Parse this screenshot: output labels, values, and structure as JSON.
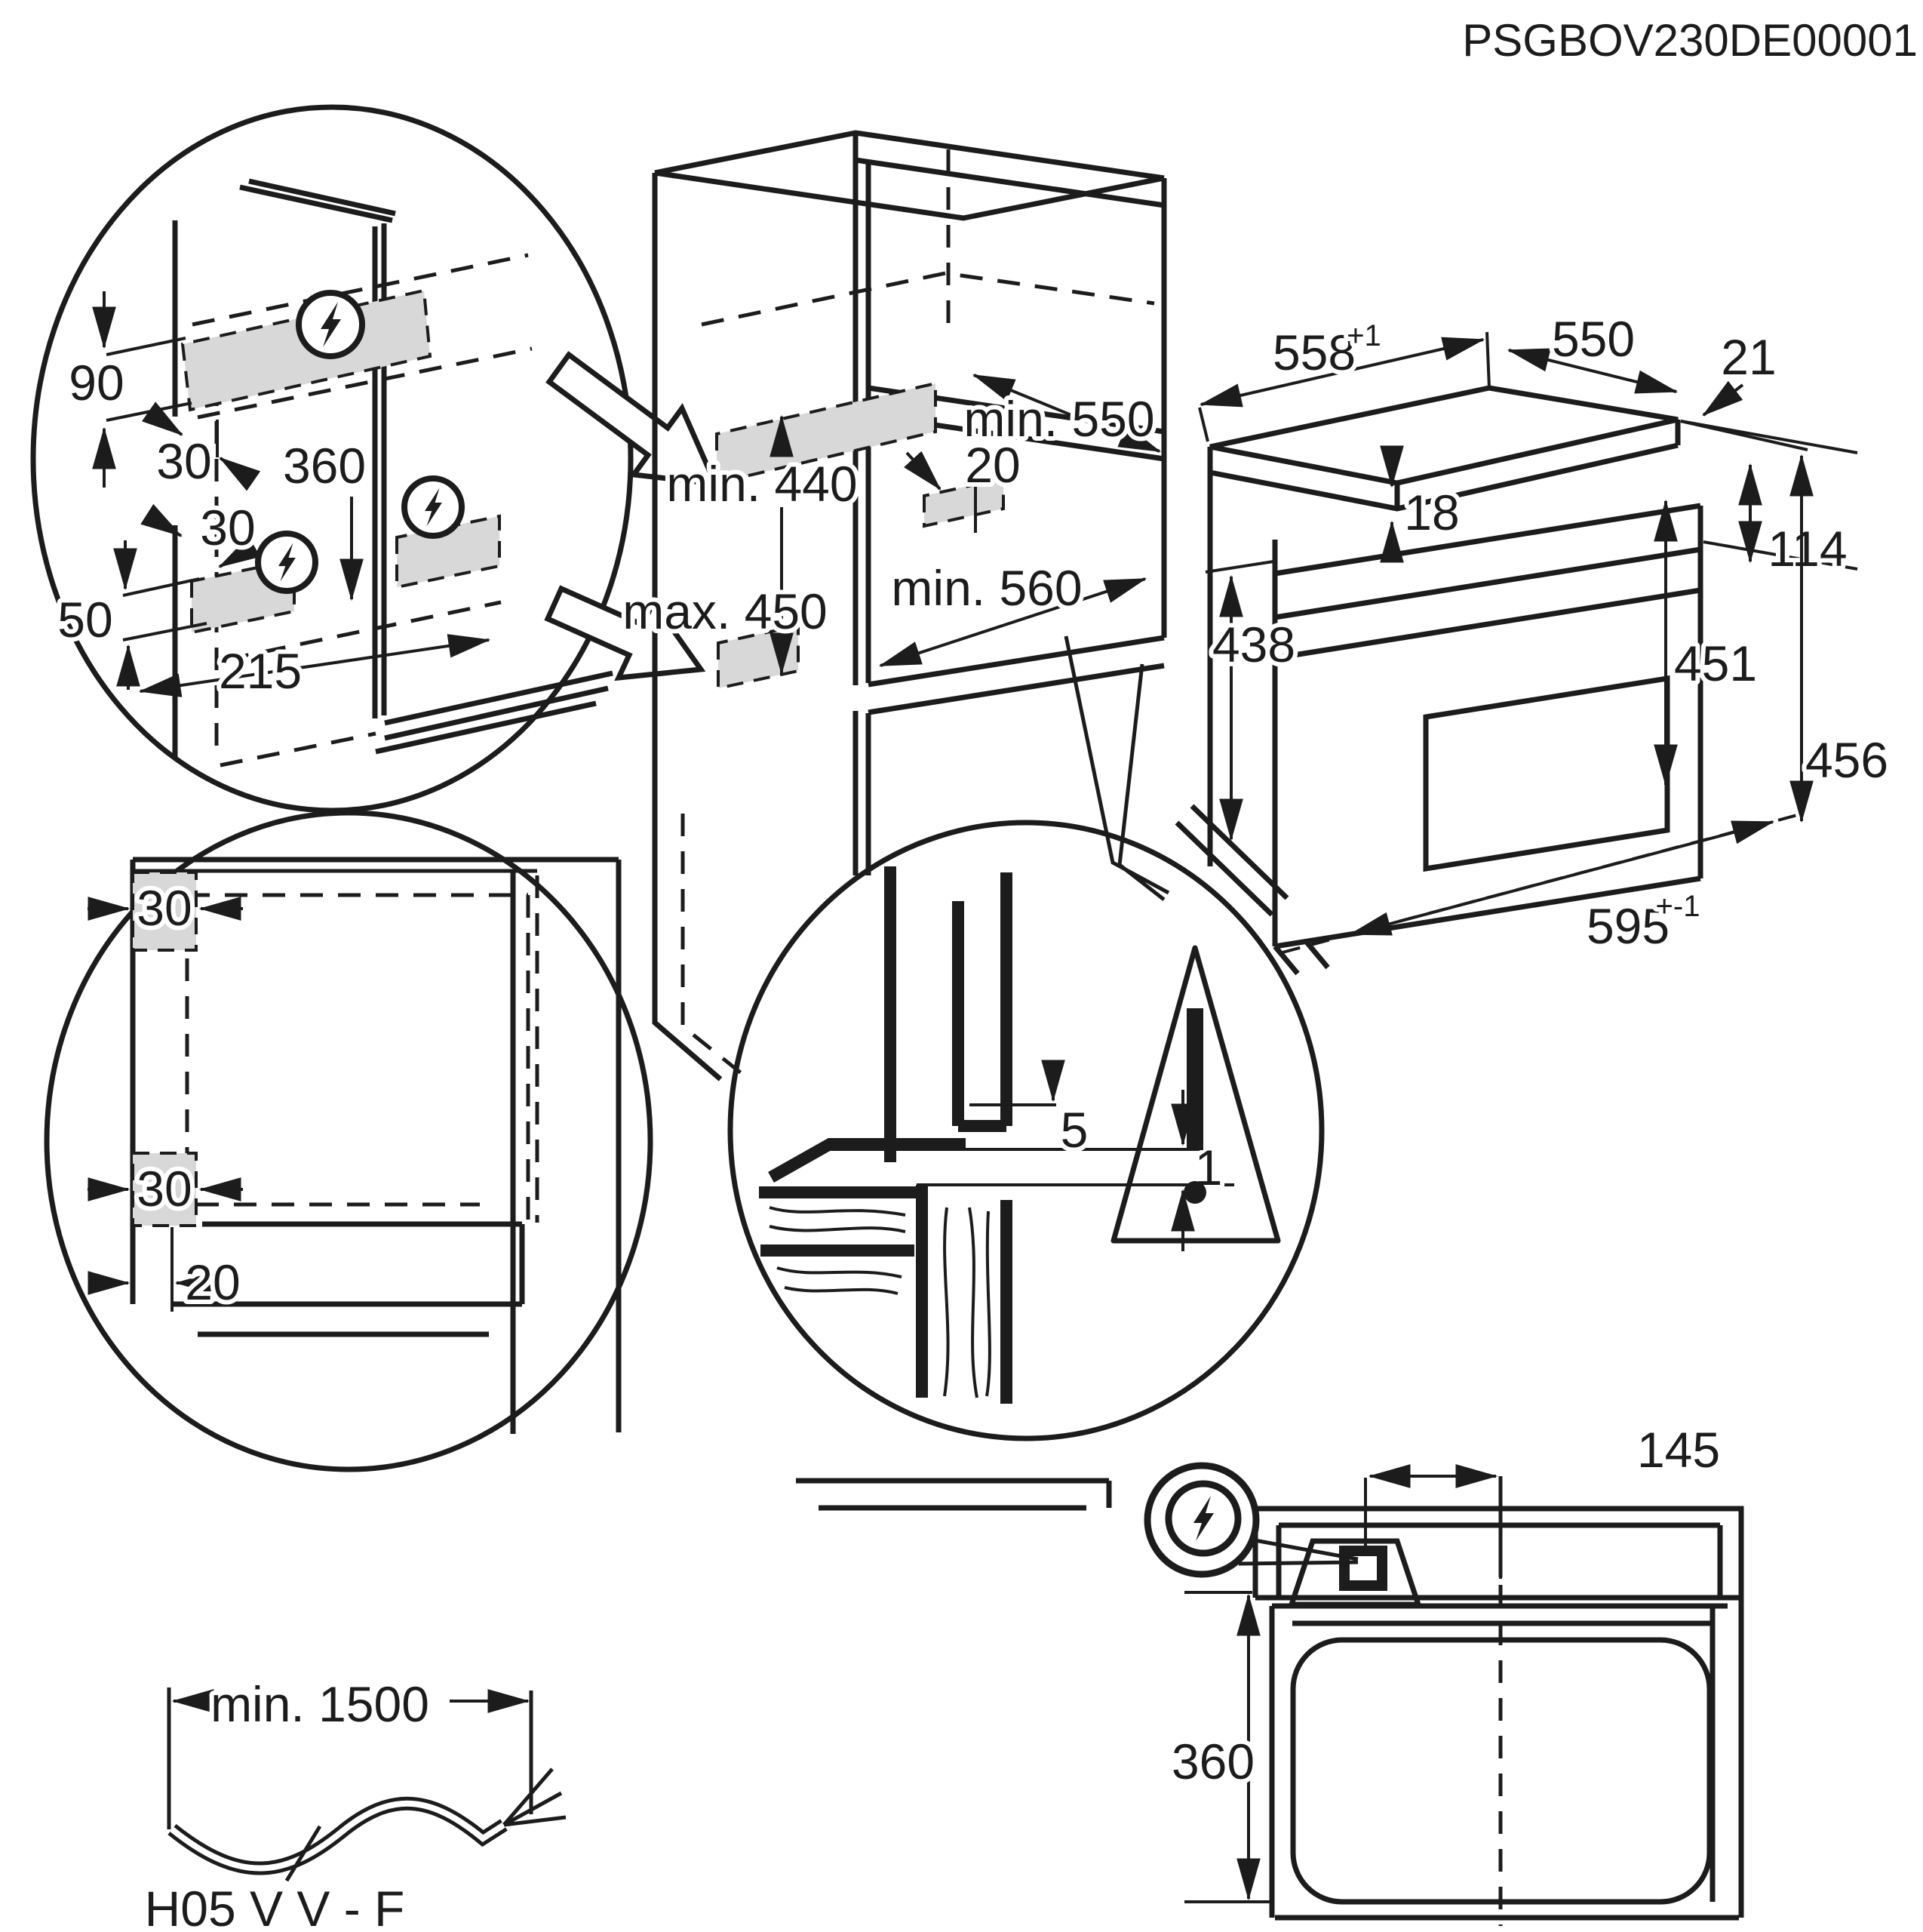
{
  "title": "PSGBOV230DE00001",
  "colors": {
    "line": "#1c1c1c",
    "zone_fill": "#d8d8d8",
    "background": "#ffffff"
  },
  "detail_corner": {
    "dim_90": "90",
    "dim_30_top": "30",
    "dim_360": "360",
    "dim_30_mid": "30",
    "dim_50": "50",
    "dim_215": "215"
  },
  "cabinet": {
    "min_440": "min. 440",
    "max_450": "max. 450",
    "min_550": "min. 550",
    "gap_20": "20",
    "min_560": "min. 560"
  },
  "oven": {
    "width_base": "558",
    "width_sup": "+1",
    "depth": "550",
    "dim_21": "21",
    "dim_18": "18",
    "dim_114": "114",
    "height_438": "438",
    "height_451": "451",
    "height_456": "456",
    "front_width_base": "595",
    "front_width_sup": "+-1"
  },
  "detail_front": {
    "dim_30_top": "30",
    "dim_30_bottom": "30",
    "dim_20": "20"
  },
  "detail_gap": {
    "dim_5": "5",
    "dim_1": "1"
  },
  "top_view": {
    "dim_145": "145",
    "dim_360": "360"
  },
  "cable": {
    "length": "min. 1500",
    "type": "H05 V V - F"
  },
  "icons": {
    "electrical": "lightning-bolt-icon",
    "warning": "exclamation-triangle-icon"
  }
}
